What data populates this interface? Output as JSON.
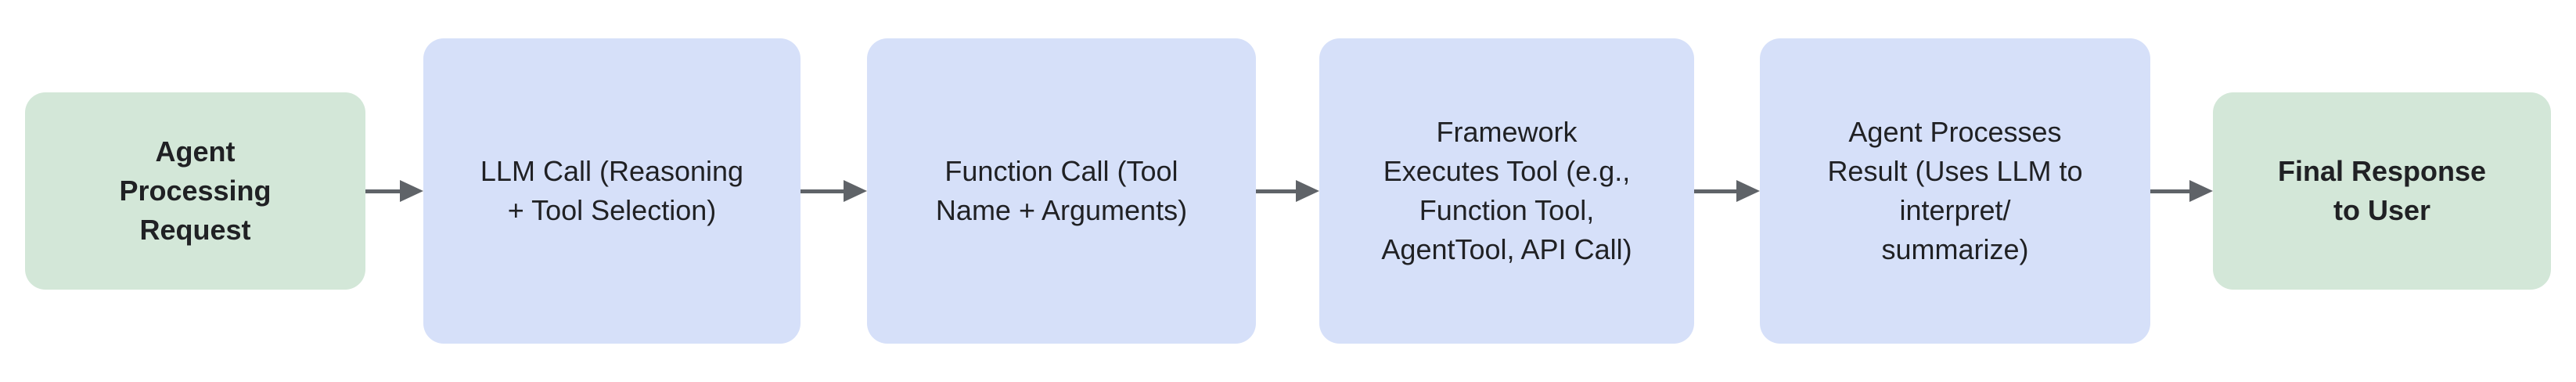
{
  "diagram": {
    "type": "flowchart",
    "direction": "left-to-right",
    "palette": {
      "background": "#ffffff",
      "green_fill": "#d3e7d8",
      "blue_fill": "#d6e0f9",
      "arrow_color": "#5f6368",
      "text_color": "#202124"
    },
    "nodes": [
      {
        "id": "agent-processing-request",
        "label": "Agent\nProcessing\nRequest",
        "fill": "#d3e7d8",
        "text_style": "bold"
      },
      {
        "id": "llm-call",
        "label": "LLM Call (Reasoning\n+ Tool Selection)",
        "fill": "#d6e0f9",
        "text_style": "regular"
      },
      {
        "id": "function-call",
        "label": "Function Call (Tool\nName + Arguments)",
        "fill": "#d6e0f9",
        "text_style": "regular"
      },
      {
        "id": "framework-executes-tool",
        "label": "Framework\nExecutes Tool (e.g.,\nFunction Tool,\nAgentTool, API Call)",
        "fill": "#d6e0f9",
        "text_style": "regular"
      },
      {
        "id": "agent-processes-result",
        "label": "Agent Processes\nResult (Uses LLM to\ninterpret/\nsummarize)",
        "fill": "#d6e0f9",
        "text_style": "regular"
      },
      {
        "id": "final-response-to-user",
        "label": "Final Response\nto User",
        "fill": "#d3e7d8",
        "text_style": "bold"
      }
    ],
    "edges": [
      {
        "from": "agent-processing-request",
        "to": "llm-call"
      },
      {
        "from": "llm-call",
        "to": "function-call"
      },
      {
        "from": "function-call",
        "to": "framework-executes-tool"
      },
      {
        "from": "framework-executes-tool",
        "to": "agent-processes-result"
      },
      {
        "from": "agent-processes-result",
        "to": "final-response-to-user"
      }
    ]
  }
}
